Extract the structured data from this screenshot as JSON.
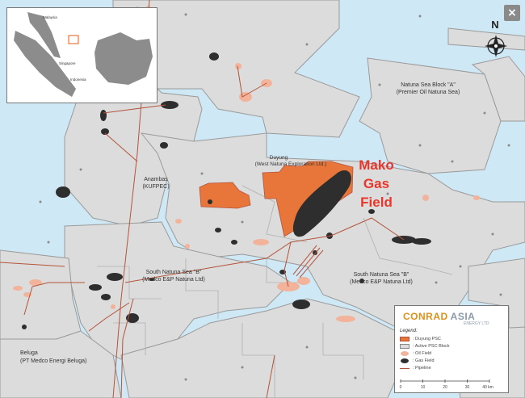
{
  "labels": {
    "natuna_a_name": "Natuna Sea Block \"A\"",
    "natuna_a_operator": "(Premier Oil Natuna Sea)",
    "duyung_name": "Duyung",
    "duyung_operator": "(West Natuna Exploration Ltd.)",
    "anambas_name": "Anambas",
    "anambas_operator": "(KUFPEC)",
    "snsb_west_name": "South Natuna Sea \"B\"",
    "snsb_west_operator": "(Medco E&P Natuna Ltd)",
    "snsb_east_name": "South Natuna Sea \"B\"",
    "snsb_east_operator": "(Medco E&P Natuna Ltd)",
    "beluga_name": "Beluga",
    "beluga_operator": "(PT Medco Energi Beluga)",
    "mako_line1": "Mako",
    "mako_line2": "Gas",
    "mako_line3": "Field"
  },
  "north_label": "N",
  "close_label": "×",
  "inset": {
    "malaysia": "Malaysia",
    "singapore": "Singapore",
    "indonesia": "Indonesia"
  },
  "legend": {
    "brand_part1": "CONRAD",
    "brand_part2": "ASIA",
    "brand_sub": "ENERGY LTD",
    "title": "Legend:",
    "items": [
      {
        "label": ": Duyung PSC",
        "color": "#e8763a"
      },
      {
        "label": ": Active PSC Block",
        "color": "#dcdcdc"
      },
      {
        "label": ": Oil Field",
        "color": "#f2b39a"
      },
      {
        "label": ": Gas Field",
        "color": "#2e2e2e"
      },
      {
        "label": ": Pipeline",
        "color": "#b5533a"
      }
    ],
    "scale": {
      "t0": "0",
      "t10": "10",
      "t20": "20",
      "t30": "30",
      "t40": "40 km"
    }
  },
  "colors": {
    "sea": "#cfe8f5",
    "block": "#dcdcdc",
    "block_border": "#9a9a9a",
    "duyung": "#e8763a",
    "gas": "#2e2e2e",
    "oil": "#f2b39a",
    "pipeline": "#b5533a",
    "mako_text": "#e8362a"
  }
}
